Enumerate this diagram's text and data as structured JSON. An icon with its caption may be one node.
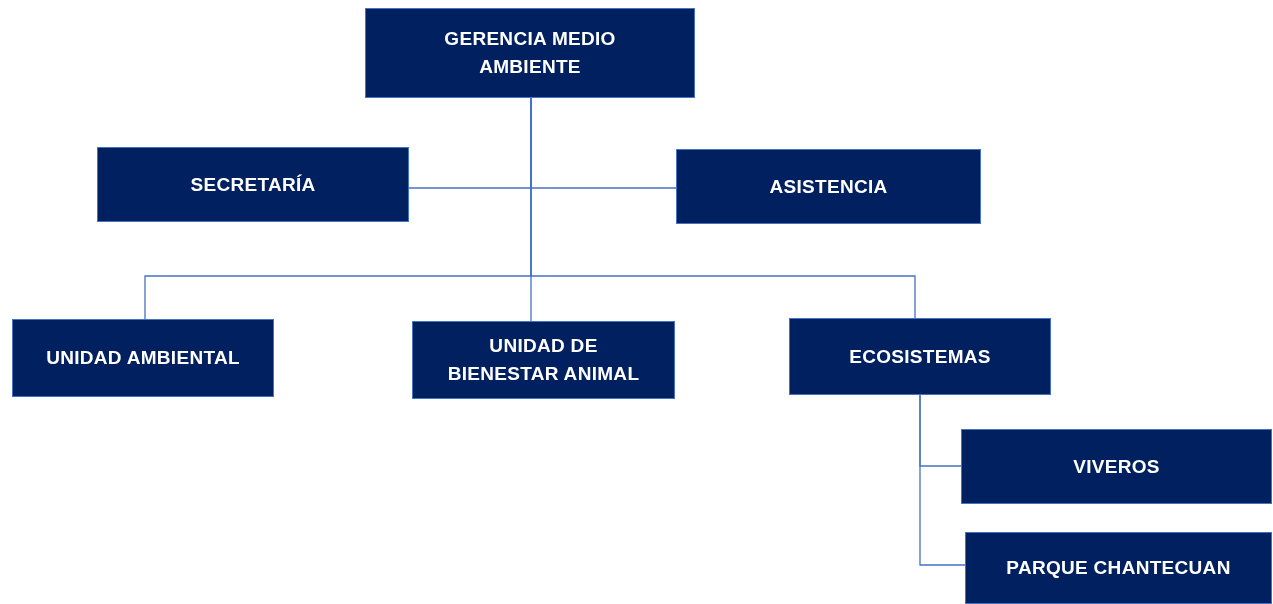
{
  "diagram": {
    "nodes": [
      {
        "text": [
          "GERENCIA MEDIO AMBIENTE"
        ]
      },
      {
        "text": [
          "SECRETARÍA"
        ]
      },
      {
        "text": [
          "ASISTENCIA"
        ]
      },
      {
        "text": [
          "UNIDAD AMBIENTAL"
        ]
      },
      {
        "text": [
          "UNIDAD DE BIENESTAR ANIMAL"
        ]
      },
      {
        "text": [
          "ECOSISTEMAS"
        ]
      },
      {
        "text": [
          "VIVEROS"
        ]
      },
      {
        "text": [
          "PARQUE CHANTECUAN"
        ]
      }
    ],
    "edges": [
      {
        "from": 0,
        "to": 1,
        "arrow": "none"
      },
      {
        "from": 0,
        "to": 2,
        "arrow": "none"
      },
      {
        "from": 0,
        "to": 3,
        "arrow": "none"
      },
      {
        "from": 0,
        "to": 4,
        "arrow": "none"
      },
      {
        "from": 0,
        "to": 5,
        "arrow": "none"
      },
      {
        "from": 5,
        "to": 6,
        "arrow": "none"
      },
      {
        "from": 5,
        "to": 7,
        "arrow": "none"
      }
    ]
  }
}
